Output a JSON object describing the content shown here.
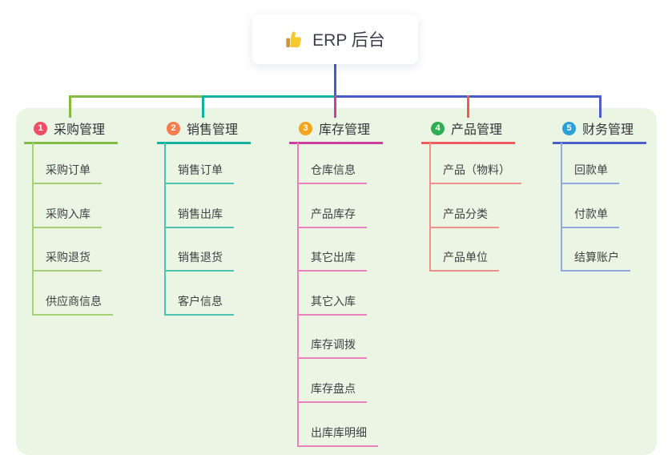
{
  "root": {
    "label": "ERP 后台",
    "icon": "thumbs-up-icon"
  },
  "branches": [
    {
      "index": "1",
      "label": "采购管理",
      "children": [
        "采购订单",
        "采购入库",
        "采购退货",
        "供应商信息"
      ]
    },
    {
      "index": "2",
      "label": "销售管理",
      "children": [
        "销售订单",
        "销售出库",
        "销售退货",
        "客户信息"
      ]
    },
    {
      "index": "3",
      "label": "库存管理",
      "children": [
        "仓库信息",
        "产品库存",
        "其它出库",
        "其它入库",
        "库存调拨",
        "库存盘点",
        "出库库明细"
      ]
    },
    {
      "index": "4",
      "label": "产品管理",
      "children": [
        "产品（物料）",
        "产品分类",
        "产品单位"
      ]
    },
    {
      "index": "5",
      "label": "财务管理",
      "children": [
        "回款单",
        "付款单",
        "结算账户"
      ]
    }
  ],
  "colors": {
    "panel_background": "#eaf6e3",
    "root_connector": "#4a5cc8",
    "branch_palette": [
      {
        "badge": "#ed4e63",
        "line": "#84bb45",
        "child_line": "#a6d077"
      },
      {
        "badge": "#f77d4d",
        "line": "#14b1a1",
        "child_line": "#4cc4b4"
      },
      {
        "badge": "#f6a41e",
        "line": "#ce3e9e",
        "child_line": "#e780bb"
      },
      {
        "badge": "#2ead52",
        "line": "#ee5a5e",
        "child_line": "#f0908e"
      },
      {
        "badge": "#2b9fd9",
        "line": "#4a5fc8",
        "child_line": "#93a8dc"
      }
    ]
  }
}
